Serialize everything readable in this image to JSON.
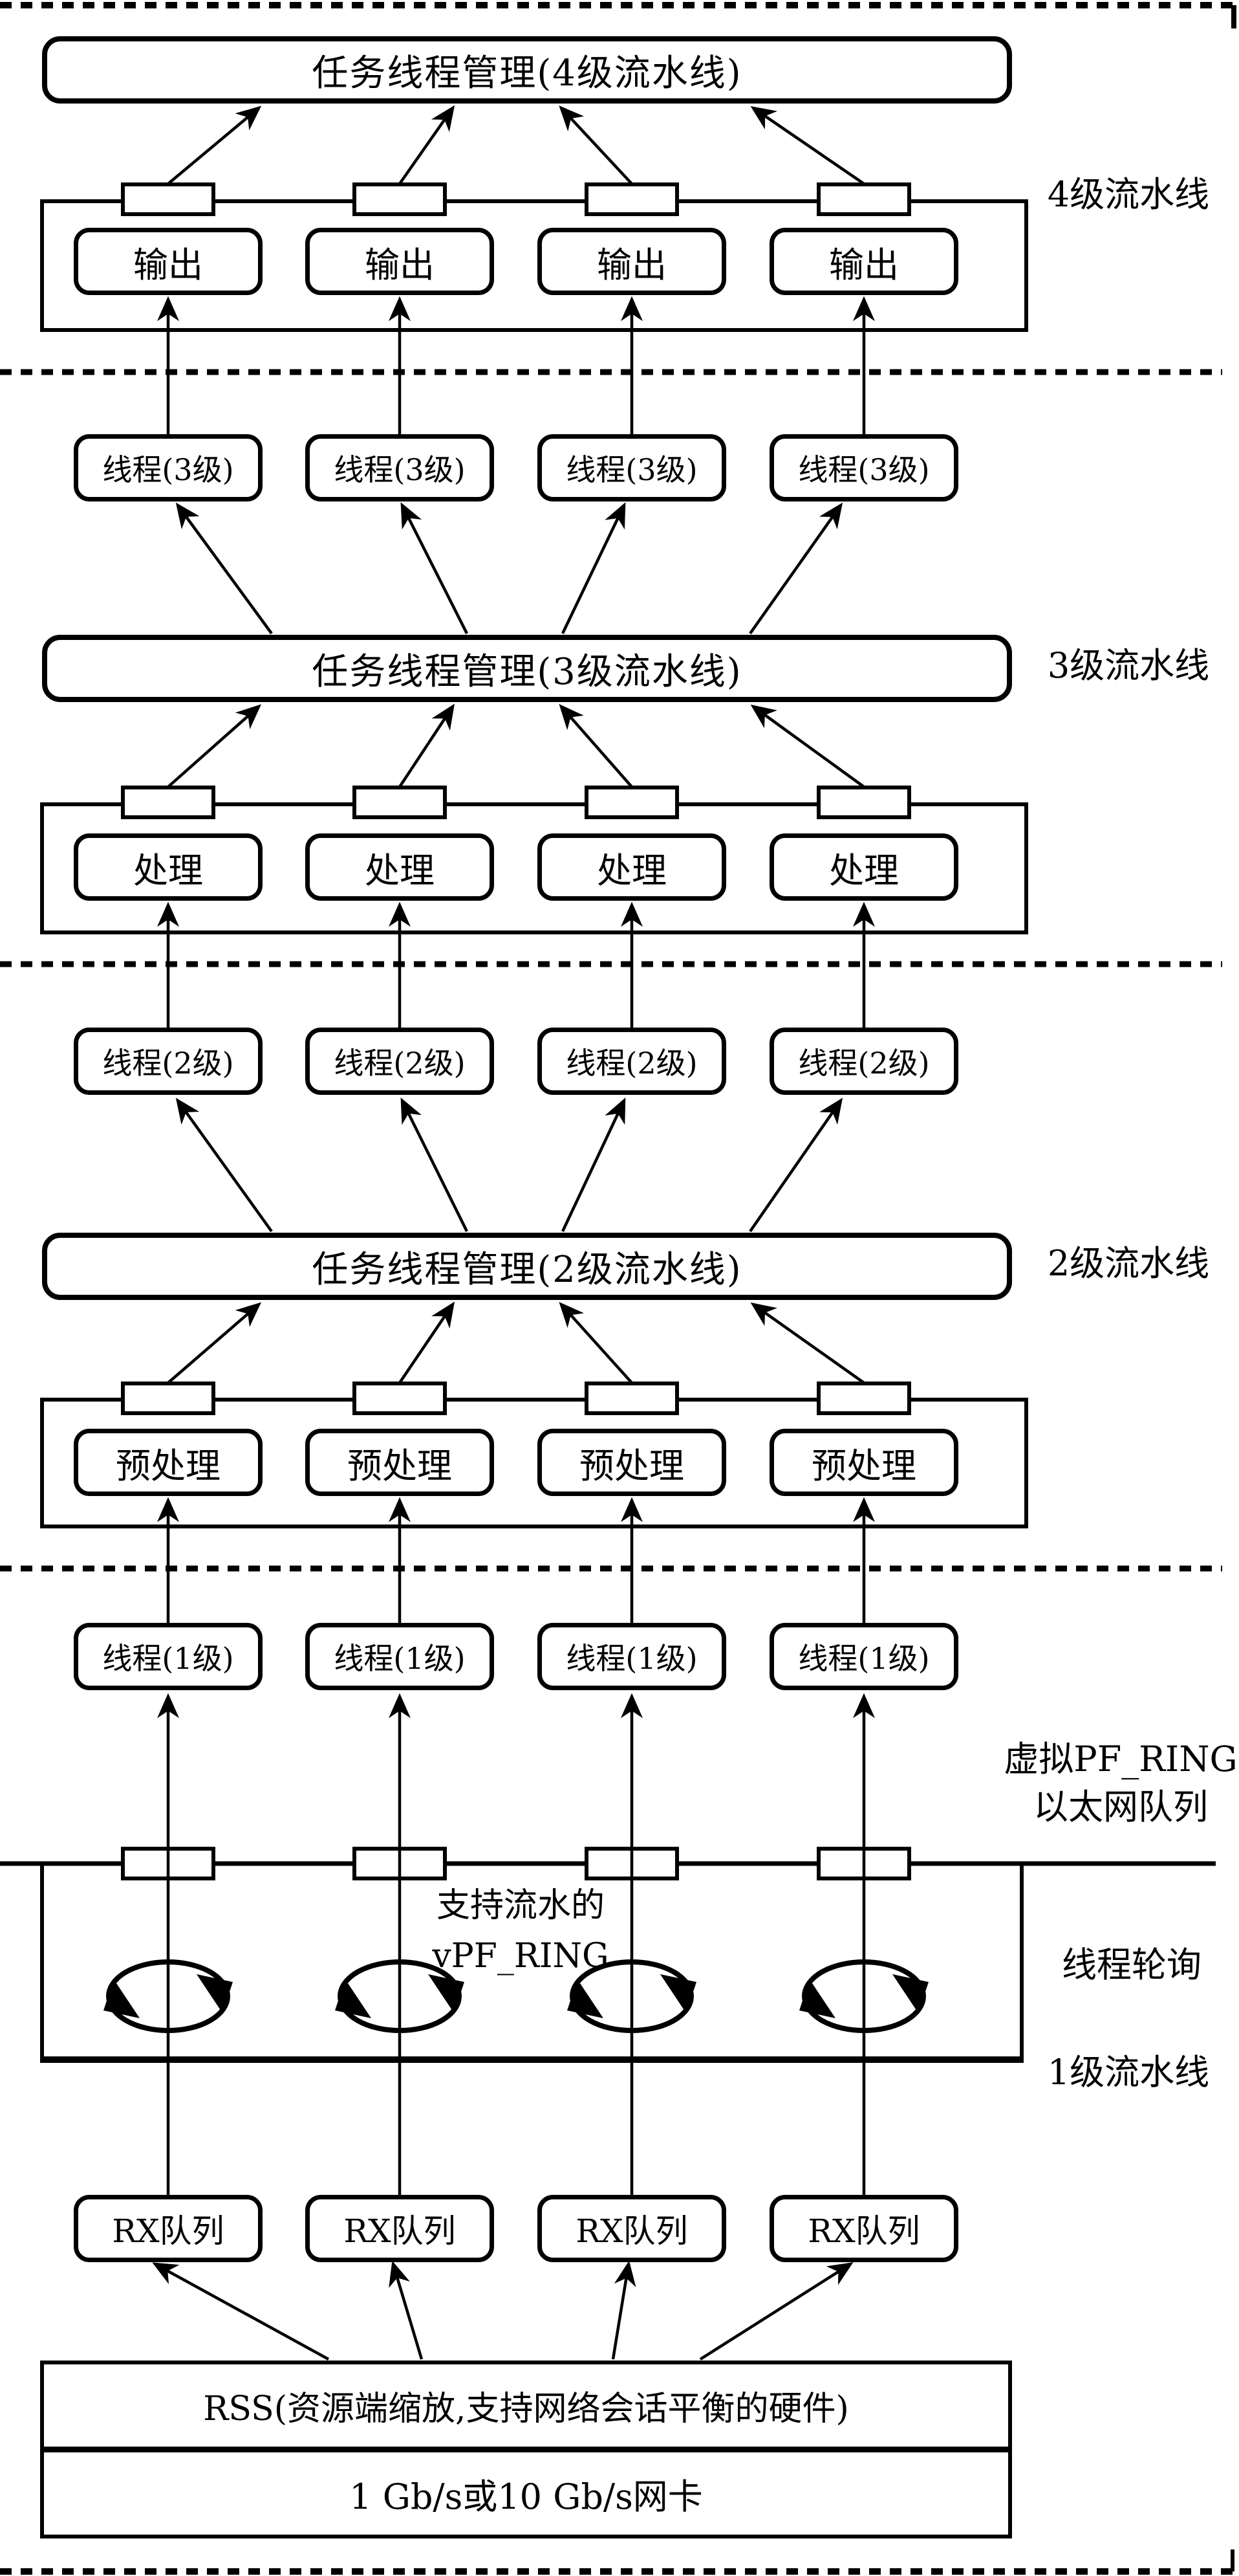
{
  "title_boxes": {
    "mgmt_level4": "任务线程管理(4级流水线)",
    "mgmt_level3": "任务线程管理(3级流水线)",
    "mgmt_level2": "任务线程管理(2级流水线)"
  },
  "unit_boxes": {
    "output": "输出",
    "process": "处理",
    "preprocess": "预处理",
    "thread_level3": "线程(3级)",
    "thread_level2": "线程(2级)",
    "thread_level1": "线程(1级)",
    "rx_queue": "RX队列"
  },
  "bottom_boxes": {
    "rss": "RSS(资源端缩放,支持网络会话平衡的硬件)",
    "nic": "1 Gb/s或10 Gb/s网卡"
  },
  "side_labels": {
    "pipeline4": "4级流水线",
    "pipeline3": "3级流水线",
    "pipeline2": "2级流水线",
    "pipeline1": "1级流水线",
    "virtual_ring_line1": "虚拟PF_RING",
    "virtual_ring_line2": "以太网队列",
    "thread_polling": "线程轮询"
  },
  "inline_labels": {
    "vpf_ring_line1": "支持流水的",
    "vpf_ring_line2": "vPF_RING"
  },
  "colors": {
    "ink": "#000000",
    "paper": "#ffffff"
  }
}
